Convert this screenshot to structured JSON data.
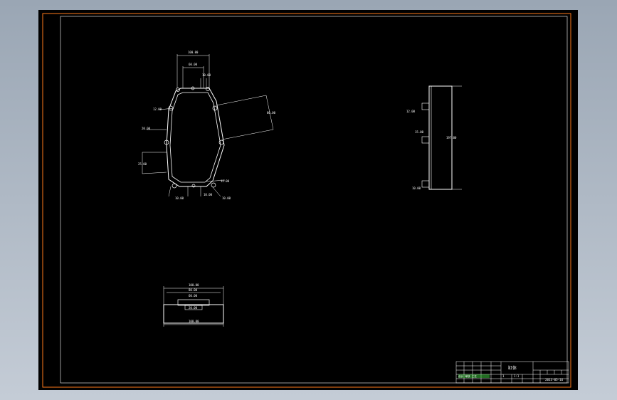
{
  "drawing": {
    "border_color": "#ff7a1a",
    "line_color": "#ffffff",
    "title_green": "#3ec43e",
    "title_block": {
      "name": "缸体",
      "date": "2013-05-16",
      "scale": "1:1",
      "sheet": "1",
      "row_left": "设计  审核  工艺"
    },
    "dims": {
      "front_top_outer": "100.00",
      "front_top_inner": "60.00",
      "front_top_small": "10.00",
      "front_left_1": "12.00",
      "front_left_2": "20.00",
      "front_left_3": "25.00",
      "front_right": "80.00",
      "front_bottom_1": "10.00",
      "front_bottom_2": "10.00",
      "front_bottom_3": "10.00",
      "front_bottom_4": "12.00",
      "side_1": "12.00",
      "side_2": "15.00",
      "side_3": "10.00",
      "side_height": "197.00",
      "bottom_top": "100.00",
      "bottom_mid": "80.00",
      "bottom_inner": "60.00",
      "bottom_small": "20.00",
      "bottom_base": "100.00"
    }
  }
}
